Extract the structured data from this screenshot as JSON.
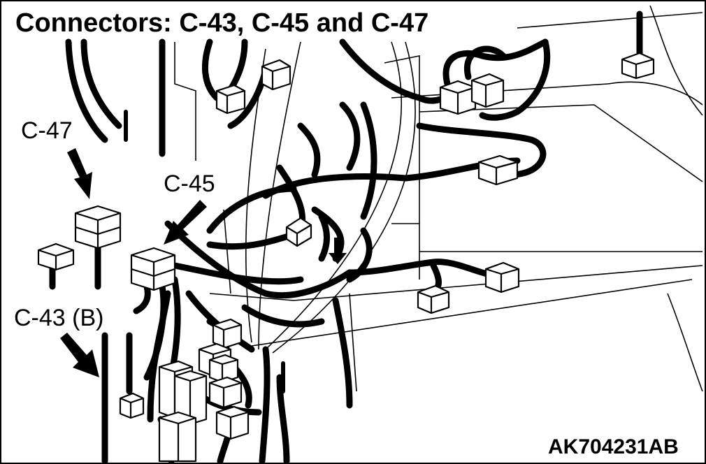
{
  "title": "Connectors: C-43, C-45 and C-47",
  "labels": {
    "c47": "C-47",
    "c45": "C-45",
    "c43": "C-43 (B)"
  },
  "figure_id": "AK704231AB",
  "colors": {
    "line": "#000000",
    "background": "#ffffff"
  }
}
